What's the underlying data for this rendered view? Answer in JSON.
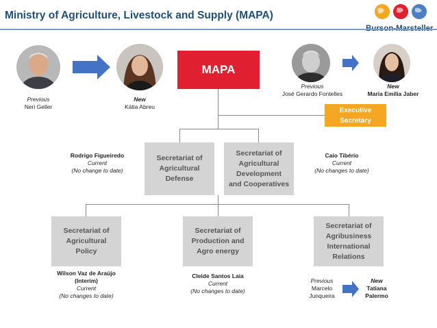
{
  "header": {
    "title": "Ministry of Agriculture, Livestock and Supply (MAPA)",
    "logo_text": "Burson-Marsteller"
  },
  "colors": {
    "accent_red": "#e02030",
    "accent_orange": "#f5a623",
    "box_grey": "#d4d4d4",
    "title_blue": "#1f4e79",
    "arrow_blue": "#4472c4"
  },
  "minister": {
    "previous_label": "Previous",
    "previous_name": "Neri Geller",
    "new_label": "New",
    "new_name": "Kátia Abreu"
  },
  "executive": {
    "previous_label": "Previous",
    "previous_name": "José Gerardo Fontelles",
    "new_label": "New",
    "new_name": "Maria Emília Jaber"
  },
  "nodes": {
    "mapa": "MAPA",
    "executive_secretary": "Executive\nSecretary",
    "defense": "Secretariat of\nAgricultural\nDefense",
    "development": "Secretariat of\nAgricultural\nDevelopment\nand Cooperatives",
    "policy": "Secretariat of\nAgricultural\nPolicy",
    "production": "Secretariat of\nProduction and\nAgro energy",
    "international": "Secretariat of\nAgribusiness\nInternational\nRelations"
  },
  "defense_person": {
    "name": "Rodrigo Figueiredo",
    "status": "Current",
    "note": "(No change to date)"
  },
  "development_person": {
    "name": "Caio Tibério",
    "status": "Current",
    "note": "(No changes to date)"
  },
  "policy_person": {
    "name": "Wilson Vaz de Araújo\n(Interim)",
    "status": "Current",
    "note": "(No changes to date)"
  },
  "production_person": {
    "name": "Cleide Santos Laia",
    "status": "Current",
    "note": "(No changes to date)"
  },
  "international_person": {
    "previous_label": "Previous",
    "previous_name": "Marcelo\nJunqueira",
    "new_label": "New",
    "new_name": "Tatiana\nPalermo"
  }
}
